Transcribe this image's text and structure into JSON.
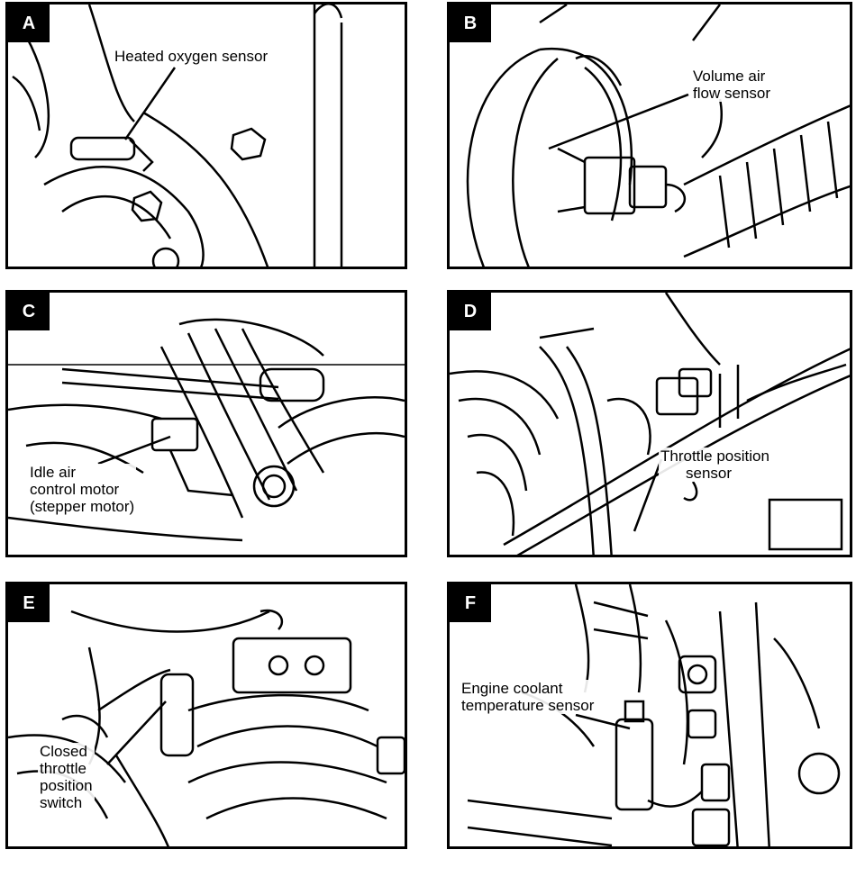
{
  "panels": [
    {
      "letter": "A",
      "label_lines": [
        "Heated oxygen sensor"
      ]
    },
    {
      "letter": "B",
      "label_lines": [
        "Volume air",
        "flow sensor"
      ]
    },
    {
      "letter": "C",
      "label_lines": [
        "Idle air",
        "control motor",
        "(stepper motor)"
      ]
    },
    {
      "letter": "D",
      "label_lines": [
        "Throttle position",
        "sensor"
      ]
    },
    {
      "letter": "E",
      "label_lines": [
        "Closed",
        "throttle",
        "position",
        "switch"
      ]
    },
    {
      "letter": "F",
      "label_lines": [
        "Engine coolant",
        "temperature sensor"
      ]
    }
  ]
}
